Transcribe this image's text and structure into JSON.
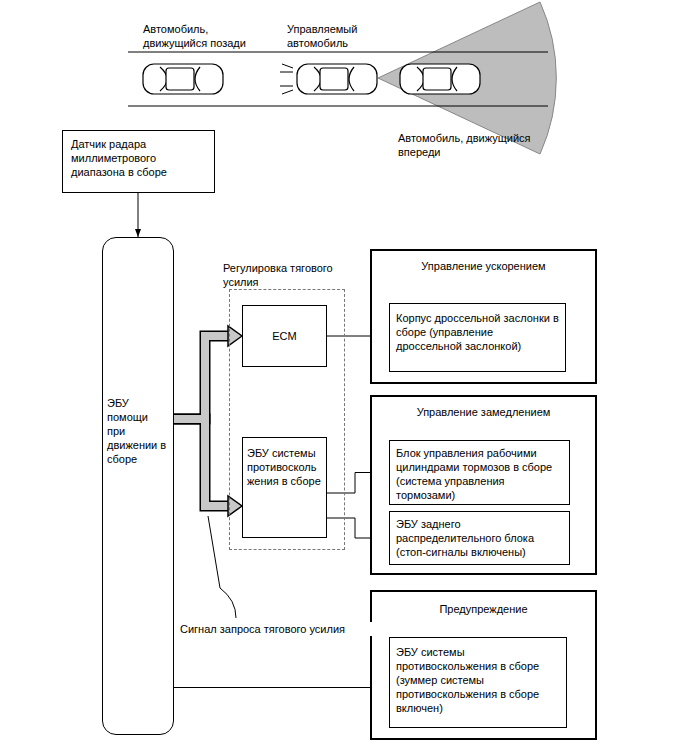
{
  "diagram": {
    "nodes": [
      {
        "text": [
          "Датчик радара миллиметрового диапазона в сборе"
        ]
      },
      {
        "text": [
          "ЭБУ помощи при движении в сборе"
        ]
      },
      {
        "text": [
          "Регулировка тягового усилия"
        ]
      },
      {
        "text": [
          "ECM"
        ],
        "in": 2
      },
      {
        "text": [
          "ЭБУ системы противосколь жения в сборе"
        ],
        "in": 2
      },
      {
        "text": [
          "Управление ускорением"
        ]
      },
      {
        "text": [
          "Корпус дроссельной заслонки в сборе (управление дроссельной заслонкой)"
        ],
        "in": 5
      },
      {
        "text": [
          "Управление замедлением"
        ]
      },
      {
        "text": [
          "Блок управления рабочими цилиндрами тормозов в сборе (система управления тормозами)"
        ],
        "in": 7
      },
      {
        "text": [
          "ЭБУ заднего распределительного блока (стоп-сигналы включены)"
        ],
        "in": 7
      },
      {
        "text": [
          "Предупреждение"
        ]
      },
      {
        "text": [
          "ЭБУ системы противоскольжения в сборе (зуммер системы противоскольжения в сборе включен)"
        ],
        "in": 10
      }
    ],
    "edges": [
      {
        "from": 0,
        "to": 1,
        "arrow": "to"
      },
      {
        "from": 1,
        "to": 3,
        "arrow": "to"
      },
      {
        "from": 1,
        "to": 4,
        "arrow": "to"
      },
      {
        "from": 3,
        "to": 6,
        "arrow": "to"
      },
      {
        "from": 4,
        "to": 8,
        "arrow": "to"
      },
      {
        "from": 4,
        "to": 9,
        "arrow": "to"
      },
      {
        "from": 1,
        "to": 11,
        "arrow": "to"
      }
    ],
    "labels": [
      "Автомобиль, движущийся позади",
      "Управляемый автомобиль",
      "Автомобиль, движущийся впереди",
      "Сигнал запроса тягового усилия"
    ]
  }
}
